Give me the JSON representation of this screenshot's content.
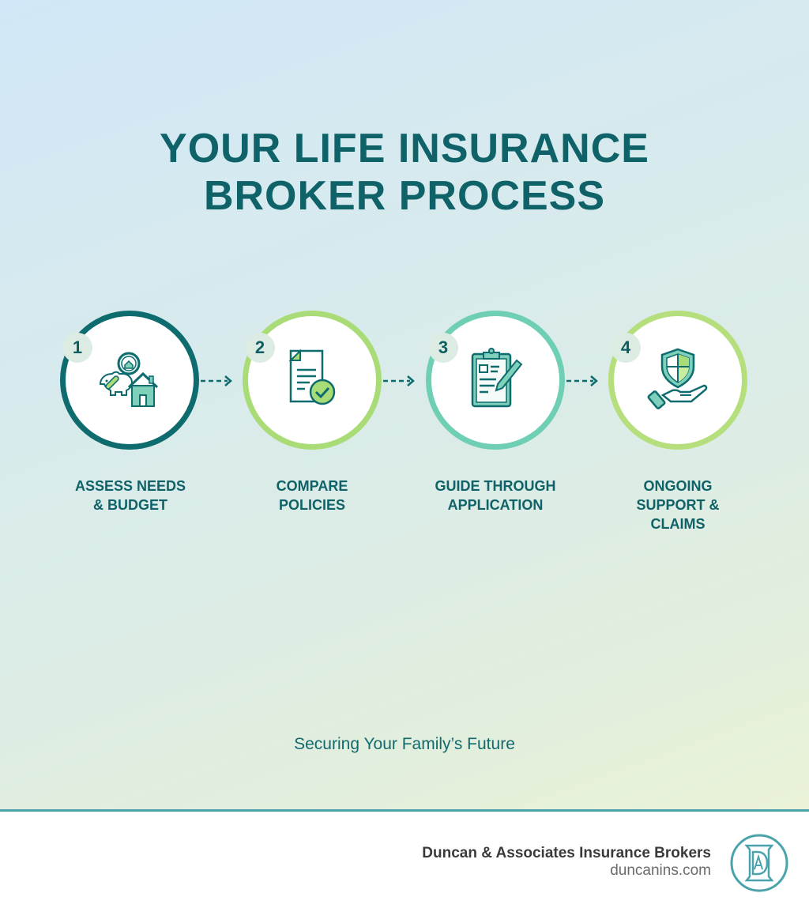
{
  "title": {
    "line1": "YOUR LIFE INSURANCE",
    "line2": "BROKER PROCESS"
  },
  "steps": [
    {
      "number": "1",
      "label_line1": "ASSESS NEEDS",
      "label_line2": "& BUDGET",
      "label_line3": "",
      "icon": "piggy-bank-magnifier-house-icon",
      "ring_color": "#0e6b6e"
    },
    {
      "number": "2",
      "label_line1": "COMPARE",
      "label_line2": "POLICIES",
      "label_line3": "",
      "icon": "document-checkmark-icon",
      "ring_color": "#a9dc76"
    },
    {
      "number": "3",
      "label_line1": "GUIDE THROUGH",
      "label_line2": "APPLICATION",
      "label_line3": "",
      "icon": "clipboard-pen-icon",
      "ring_color": "#6fcfb4"
    },
    {
      "number": "4",
      "label_line1": "ONGOING",
      "label_line2": "SUPPORT &",
      "label_line3": "CLAIMS",
      "icon": "shield-hand-icon",
      "ring_color": "#b5df7c"
    }
  ],
  "connectors": [
    "dashed-arrow-icon",
    "dashed-arrow-icon",
    "dashed-arrow-icon"
  ],
  "tagline": "Securing Your Family’s Future",
  "footer": {
    "company": "Duncan & Associates Insurance Brokers",
    "website": "duncanins.com",
    "logo_letters": "DA",
    "accent_color": "#4aa3ab"
  },
  "colors": {
    "primary_text": "#0e6268",
    "teal_dark": "#0e6b6e",
    "green_light": "#a9dc76",
    "mint": "#6fcfb4"
  }
}
